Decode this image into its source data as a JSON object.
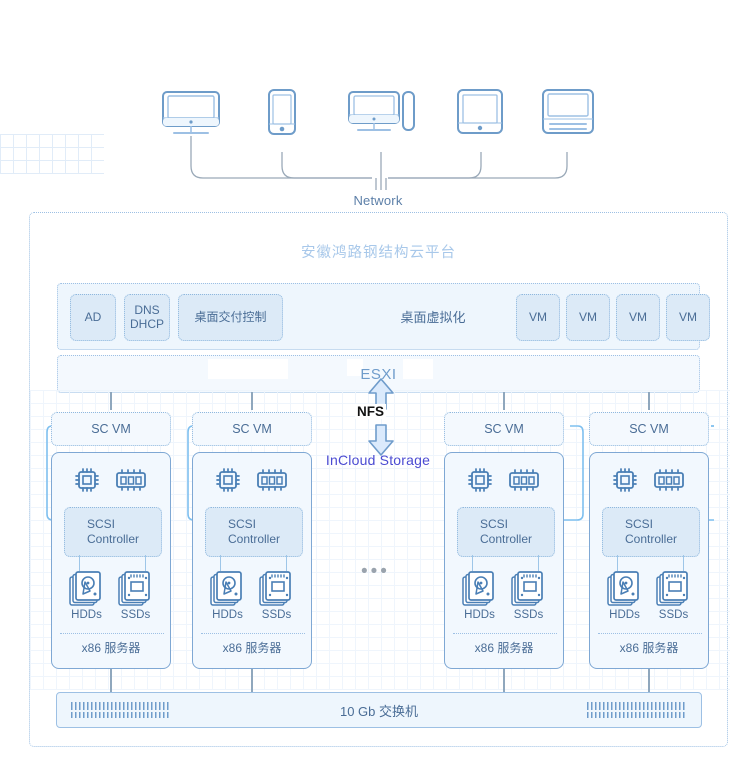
{
  "diagram": {
    "network_label": "Network",
    "platform_title": "安徽鸿路钢结构云平台",
    "clients": [
      {
        "name": "desktop-monitor",
        "icon": "monitor-icon"
      },
      {
        "name": "smartphone",
        "icon": "phone-icon"
      },
      {
        "name": "desktop-with-tower",
        "icon": "desktop-tower-icon"
      },
      {
        "name": "tablet",
        "icon": "tablet-icon"
      },
      {
        "name": "laptop-keyboard",
        "icon": "laptop-icon"
      }
    ],
    "virtualization_band": {
      "services": [
        {
          "label": "AD"
        },
        {
          "label": "DNS\nDHCP"
        },
        {
          "label": "桌面交付控制"
        }
      ],
      "center_label": "桌面虚拟化",
      "vms": [
        {
          "label": "VM"
        },
        {
          "label": "VM"
        },
        {
          "label": "VM"
        },
        {
          "label": "VM"
        }
      ]
    },
    "hypervisor": {
      "label": "ESXI"
    },
    "storage_link": {
      "protocol_label": "NFS",
      "storage_label": "InCloud Storage",
      "arrow": "double-headed-vertical"
    },
    "servers": [
      {
        "sc_vm": "SC VM",
        "scsi_controller": "SCSI\nController",
        "hdd_label": "HDDs",
        "ssd_label": "SSDs",
        "server_name": "x86 服务器"
      },
      {
        "sc_vm": "SC VM",
        "scsi_controller": "SCSI\nController",
        "hdd_label": "HDDs",
        "ssd_label": "SSDs",
        "server_name": "x86 服务器"
      },
      {
        "sc_vm": "SC VM",
        "scsi_controller": "SCSI\nController",
        "hdd_label": "HDDs",
        "ssd_label": "SSDs",
        "server_name": "x86 服务器"
      },
      {
        "sc_vm": "SC VM",
        "scsi_controller": "SCSI\nController",
        "hdd_label": "HDDs",
        "ssd_label": "SSDs",
        "server_name": "x86 服务器"
      }
    ],
    "ellipsis": "•••",
    "switch": {
      "label": "10 Gb 交换机"
    },
    "colors": {
      "line_blue": "#7fa8d4",
      "fill_light": "#dceaf7",
      "fill_lighter": "#f2f8fe",
      "text_blue": "#4a6d96",
      "title_blue": "#a8c8ea",
      "incloud_purple": "#4b4bd2",
      "nfs_black": "#111111",
      "icon_stroke": "#4a7fb5"
    }
  }
}
